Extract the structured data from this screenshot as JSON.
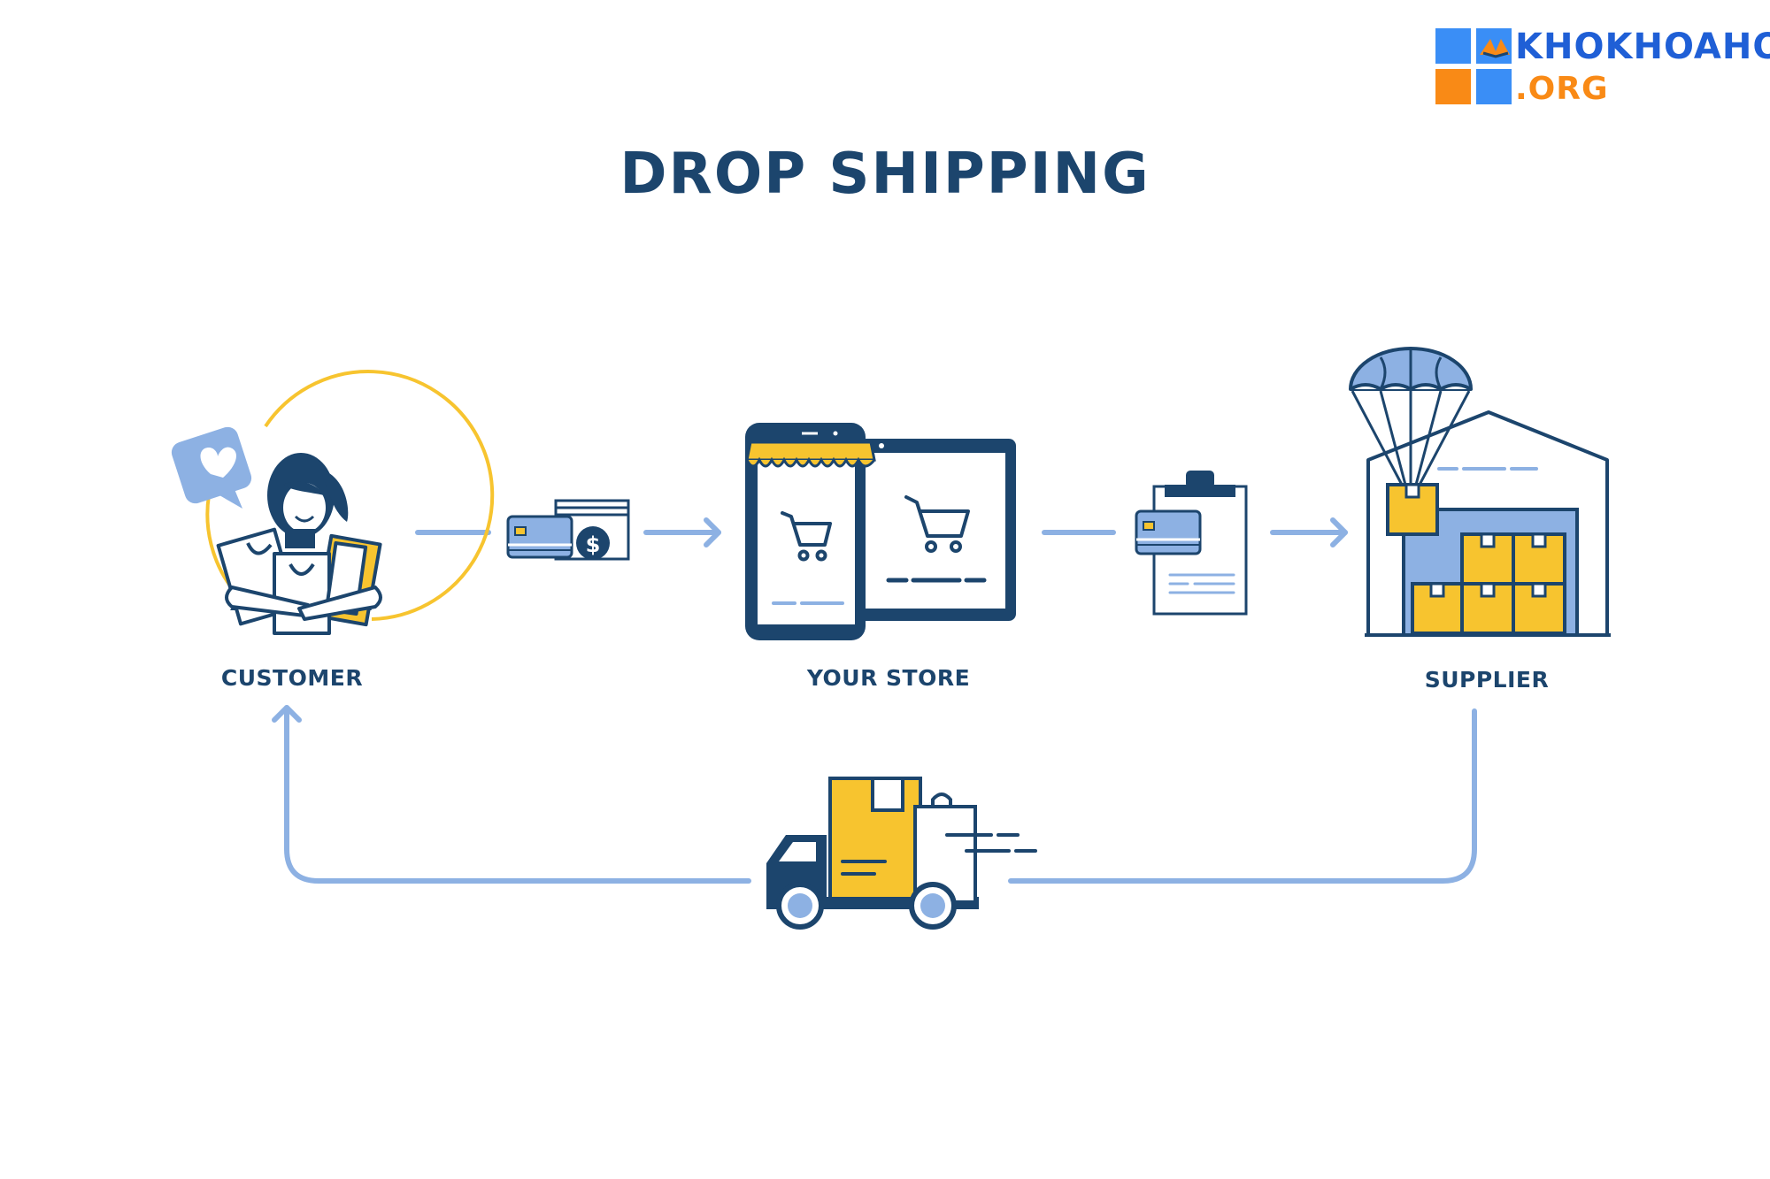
{
  "title": "DROP SHIPPING",
  "nodes": {
    "customer": "CUSTOMER",
    "store": "YOUR STORE",
    "supplier": "SUPPLIER"
  },
  "logo": {
    "line1": "KHOKHOAHOC",
    "line2": ".ORG"
  },
  "icons": {
    "customer": "shopper-with-bags-icon",
    "payment": "credit-card-cash-icon",
    "store": "online-store-devices-icon",
    "order": "clipboard-order-icon",
    "supplier": "warehouse-parachute-icon",
    "delivery": "delivery-truck-icon"
  },
  "colors": {
    "navy": "#1c456d",
    "blue": "#8db1e3",
    "yellow": "#f7c42f",
    "logo_blue": "#3a8ef6",
    "logo_orange": "#f98a16"
  }
}
